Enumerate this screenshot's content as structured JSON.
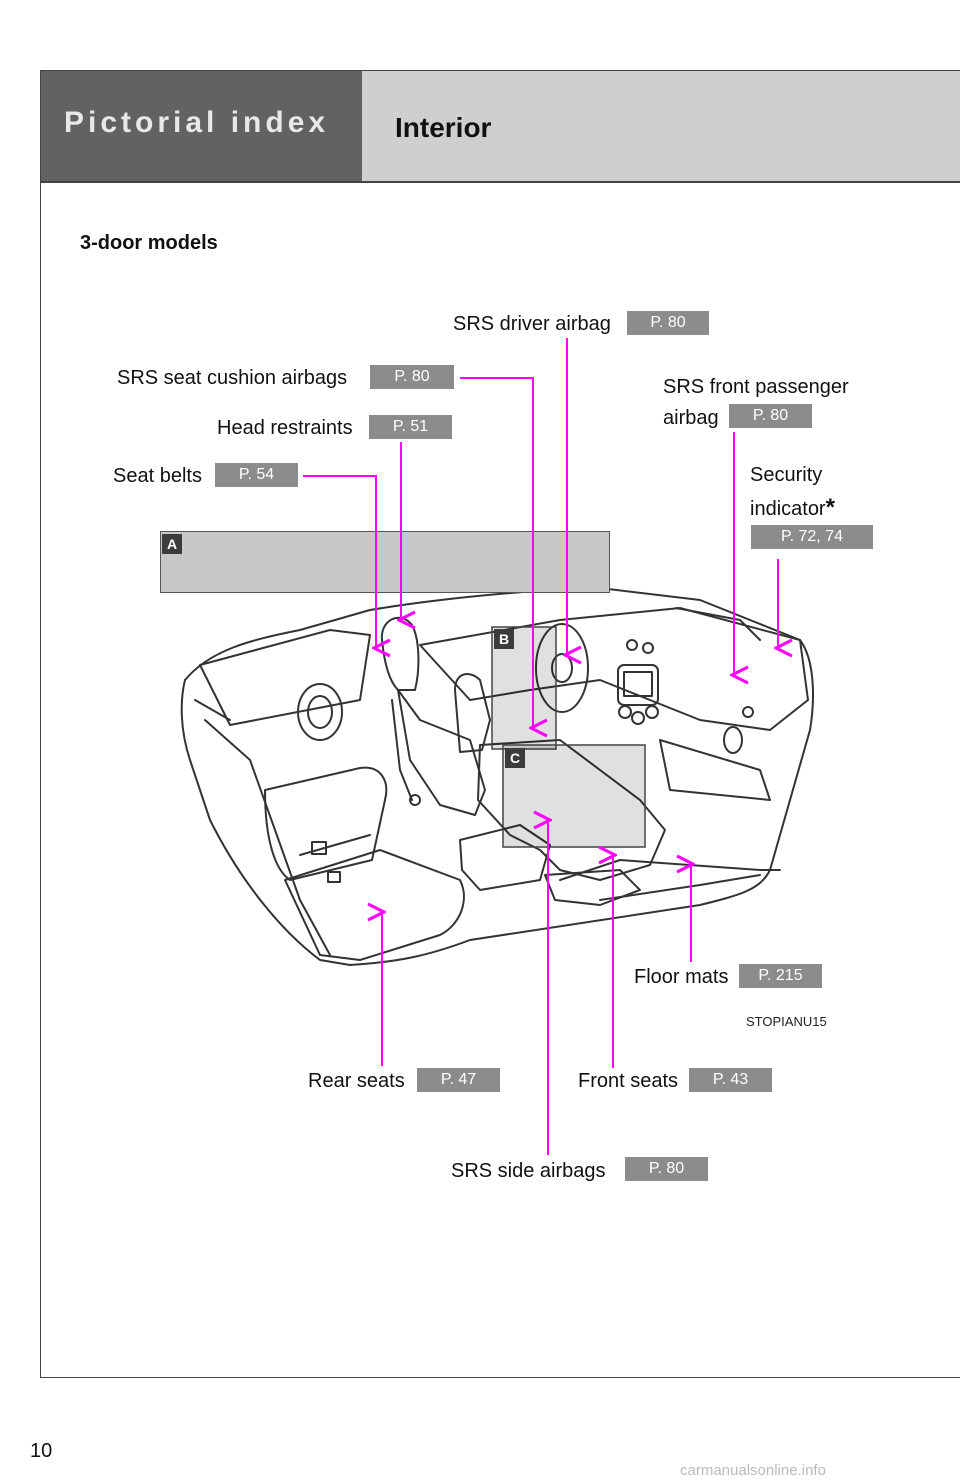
{
  "header": {
    "section": "Pictorial index",
    "title": "Interior"
  },
  "subtitle": "3-door models",
  "labels": {
    "srs_driver_airbag": {
      "text": "SRS driver airbag",
      "page": "P. 80"
    },
    "srs_seat_cushion_airbags": {
      "text": "SRS seat cushion airbags",
      "page": "P. 80"
    },
    "head_restraints": {
      "text": "Head restraints",
      "page": "P. 51"
    },
    "seat_belts": {
      "text": "Seat belts",
      "page": "P. 54"
    },
    "srs_front_passenger_airbag": {
      "text_line1": "SRS front passenger",
      "text_line2": "airbag",
      "page": "P. 80"
    },
    "security_indicator": {
      "text_line1": "Security",
      "text_line2": "indicator",
      "mark": "*",
      "page": "P. 72, 74"
    },
    "floor_mats": {
      "text": "Floor mats",
      "page": "P. 215"
    },
    "rear_seats": {
      "text": "Rear seats",
      "page": "P. 47"
    },
    "front_seats": {
      "text": "Front seats",
      "page": "P. 43"
    },
    "srs_side_airbags": {
      "text": "SRS side airbags",
      "page": "P. 80"
    }
  },
  "region_tags": [
    "A",
    "B",
    "C"
  ],
  "image_code": "STOPIANU15",
  "page_number": "10",
  "watermark": "carmanualsonline.info",
  "colors": {
    "leader_line": "#ff00ff",
    "badge": "#8c8c8c",
    "header_dark": "#626262",
    "header_light": "#cfcfcf"
  }
}
